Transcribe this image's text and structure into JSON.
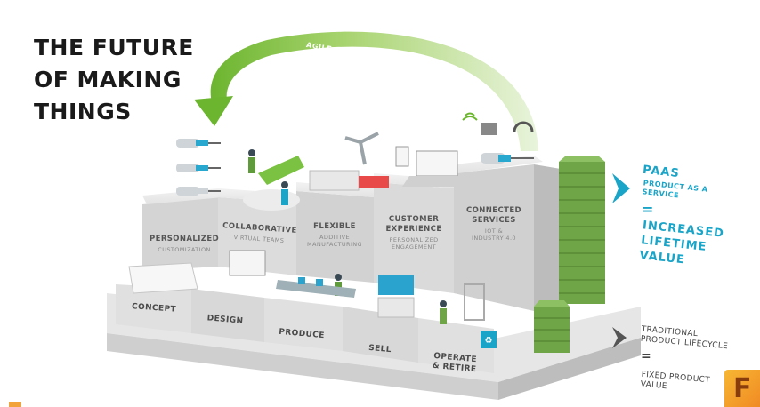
{
  "title_lines": [
    "THE FUTURE",
    "OF MAKING",
    "THINGS"
  ],
  "arrow_label": "AGILE PRODUCT DEVELOPMENT",
  "blocks": [
    {
      "title": "PERSONALIZED",
      "sub": "CUSTOMIZATION"
    },
    {
      "title": "COLLABORATIVE",
      "sub": "VIRTUAL TEAMS"
    },
    {
      "title": "FLEXIBLE",
      "sub": "ADDITIVE\nMANUFACTURING"
    },
    {
      "title": "CUSTOMER\nEXPERIENCE",
      "sub": "PERSONALIZED\nENGAGEMENT"
    },
    {
      "title": "CONNECTED\nSERVICES",
      "sub": "IOT &\nINDUSTRY 4.0"
    }
  ],
  "stages": [
    "CONCEPT",
    "DESIGN",
    "PRODUCE",
    "SELL",
    "OPERATE\n& RETIRE"
  ],
  "right_panel": {
    "paas": "PAAS",
    "paas_sub": "PRODUCT AS A\nSERVICE",
    "equals1": "=",
    "increased": "INCREASED\nLIFETIME\nVALUE",
    "traditional": "TRADITIONAL\nPRODUCT LIFECYCLE",
    "equals2": "=",
    "fixed": "FIXED PRODUCT\nVALUE"
  },
  "colors": {
    "accent_blue": "#1aa5c8",
    "arrow_green": "#7cc242",
    "money_green": "#5f9b3a",
    "block_gray": "#d9d9d9"
  },
  "logo_letter": "F"
}
